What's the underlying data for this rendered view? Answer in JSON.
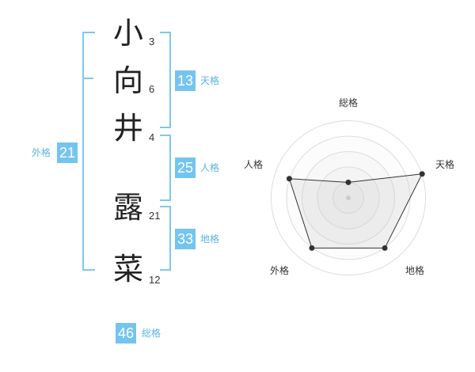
{
  "name_chars": [
    {
      "char": "小",
      "strokes": "3"
    },
    {
      "char": "向",
      "strokes": "6"
    },
    {
      "char": "井",
      "strokes": "4"
    },
    {
      "char": "露",
      "strokes": "21"
    },
    {
      "char": "菜",
      "strokes": "12"
    }
  ],
  "fortunes": {
    "tenkaku": {
      "value": "13",
      "label": "天格"
    },
    "jinkaku": {
      "value": "25",
      "label": "人格"
    },
    "chikaku": {
      "value": "33",
      "label": "地格"
    },
    "gaikaku": {
      "value": "21",
      "label": "外格"
    },
    "soukaku": {
      "value": "46",
      "label": "総格"
    }
  },
  "colors": {
    "accent": "#74c4f0",
    "bracket": "#7ec8ee",
    "label": "#5ab3e5"
  },
  "chart_data": {
    "type": "radar",
    "axes": [
      "総格",
      "天格",
      "地格",
      "外格",
      "人格"
    ],
    "values": [
      1,
      5,
      4,
      4,
      4
    ],
    "max": 5,
    "rings": 5
  }
}
